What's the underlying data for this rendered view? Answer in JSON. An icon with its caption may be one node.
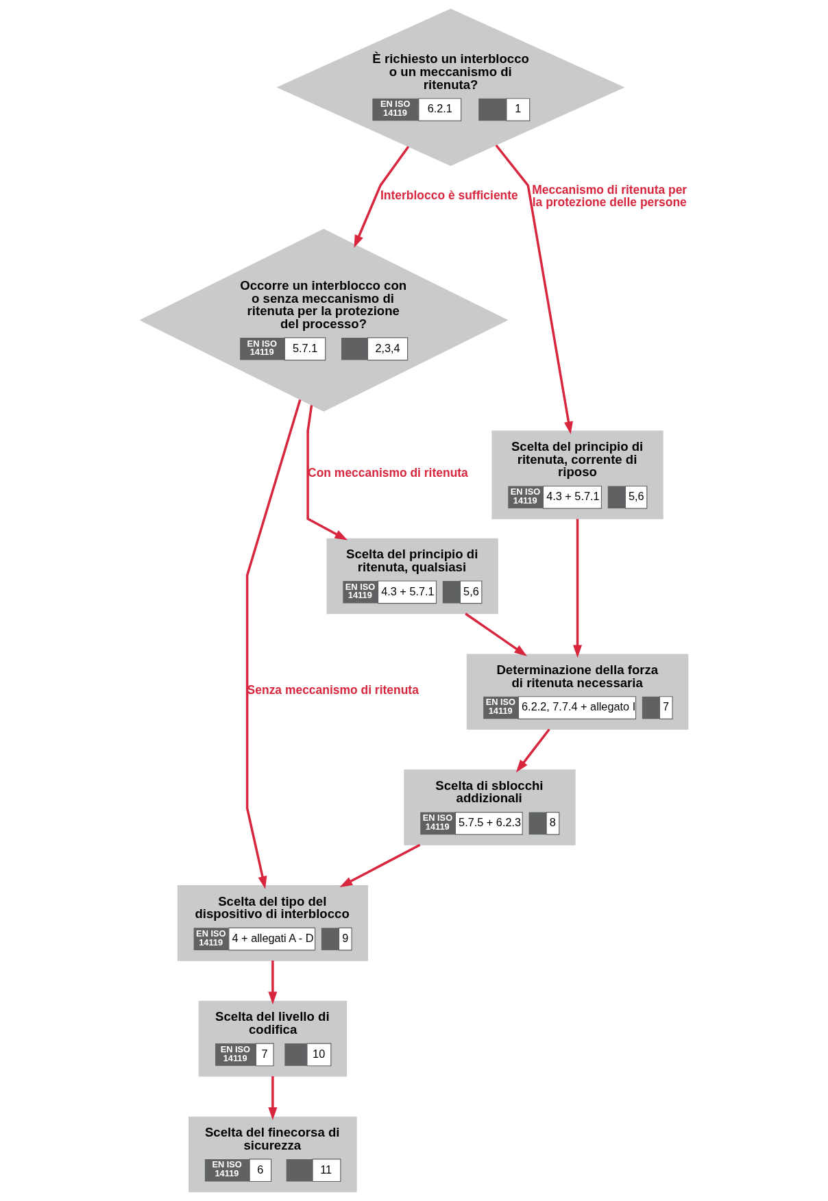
{
  "diagram": {
    "nodes": [
      {
        "text": [
          "È richiesto un interblocco o un meccanismo di ritenuta?",
          "EN ISO 14119",
          "6.2.1",
          "1"
        ]
      },
      {
        "text": [
          "Occorre un interblocco con o senza meccanismo di ritenuta per la protezione del processo?",
          "EN ISO 14119",
          "5.7.1",
          "2,3,4"
        ]
      },
      {
        "text": [
          "Scelta del principio di ritenuta, corrente di riposo",
          "EN ISO 14119",
          "4.3 + 5.7.1",
          "5,6"
        ]
      },
      {
        "text": [
          "Scelta del principio di ritenuta, qualsiasi",
          "EN ISO 14119",
          "4.3 + 5.7.1",
          "5,6"
        ]
      },
      {
        "text": [
          "Determinazione della forza di ritenuta necessaria",
          "EN ISO 14119",
          "6.2.2, 7.7.4 + allegato I",
          "7"
        ]
      },
      {
        "text": [
          "Scelta di sblocchi addizionali",
          "EN ISO 14119",
          "5.7.5 + 6.2.3",
          "8"
        ]
      },
      {
        "text": [
          "Scelta del tipo del dispositivo di interblocco",
          "EN ISO 14119",
          "4 + allegati A - D",
          "9"
        ]
      },
      {
        "text": [
          "Scelta del livello di codifica",
          "EN ISO 14119",
          "7",
          "10"
        ]
      },
      {
        "text": [
          "Scelta del finecorsa di sicurezza",
          "EN ISO 14119",
          "6",
          "11"
        ]
      }
    ],
    "edges": [
      {
        "from": 0,
        "to": 1,
        "arrow": "to",
        "label": "Interblocco è sufficiente"
      },
      {
        "from": 0,
        "to": 2,
        "arrow": "to",
        "label": "Meccanismo di ritenuta per la protezione delle persone"
      },
      {
        "from": 1,
        "to": 3,
        "arrow": "to",
        "label": "Con meccanismo di ritenuta"
      },
      {
        "from": 1,
        "to": 6,
        "arrow": "to",
        "label": "Senza meccanismo di ritenuta"
      },
      {
        "from": 2,
        "to": 4,
        "arrow": "to"
      },
      {
        "from": 3,
        "to": 4,
        "arrow": "to"
      },
      {
        "from": 4,
        "to": 5,
        "arrow": "to"
      },
      {
        "from": 5,
        "to": 6,
        "arrow": "to"
      },
      {
        "from": 6,
        "to": 7,
        "arrow": "to"
      },
      {
        "from": 7,
        "to": 8,
        "arrow": "to"
      }
    ]
  }
}
